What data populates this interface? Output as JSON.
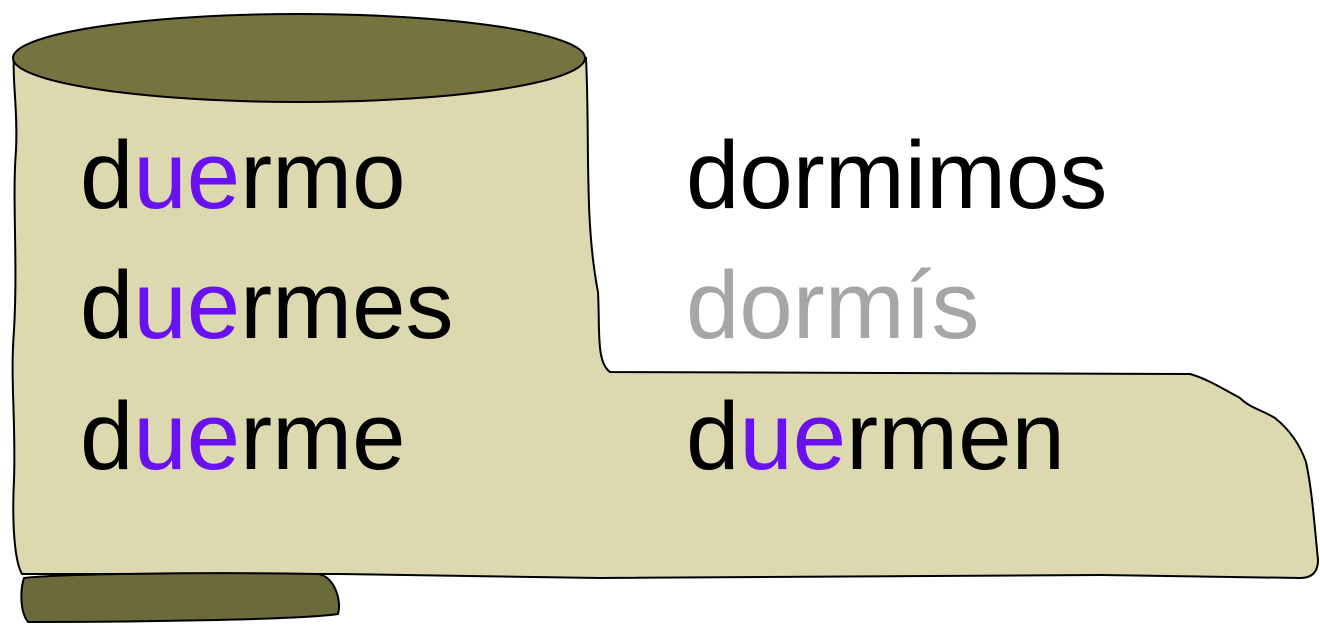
{
  "colors": {
    "boot_fill": "#dcd9b0",
    "boot_dark": "#757340",
    "sole_dark": "#6b6a3a",
    "highlight": "#6a11f0",
    "text": "#000000",
    "muted_text": "#a6a6a6"
  },
  "conjugations": {
    "left": [
      {
        "segments": [
          {
            "text": "d",
            "hl": false
          },
          {
            "text": "ue",
            "hl": true
          },
          {
            "text": "rmo",
            "hl": false
          }
        ]
      },
      {
        "segments": [
          {
            "text": "d",
            "hl": false
          },
          {
            "text": "ue",
            "hl": true
          },
          {
            "text": "rmes",
            "hl": false
          }
        ]
      },
      {
        "segments": [
          {
            "text": "d",
            "hl": false
          },
          {
            "text": "ue",
            "hl": true
          },
          {
            "text": "rme",
            "hl": false
          }
        ]
      }
    ],
    "right": [
      {
        "segments": [
          {
            "text": "dormimos",
            "hl": false
          }
        ]
      },
      {
        "segments": [
          {
            "text": "dormís",
            "hl": false
          }
        ],
        "muted": true
      },
      {
        "segments": [
          {
            "text": "d",
            "hl": false
          },
          {
            "text": "ue",
            "hl": true
          },
          {
            "text": "rmen",
            "hl": false
          }
        ]
      }
    ]
  }
}
